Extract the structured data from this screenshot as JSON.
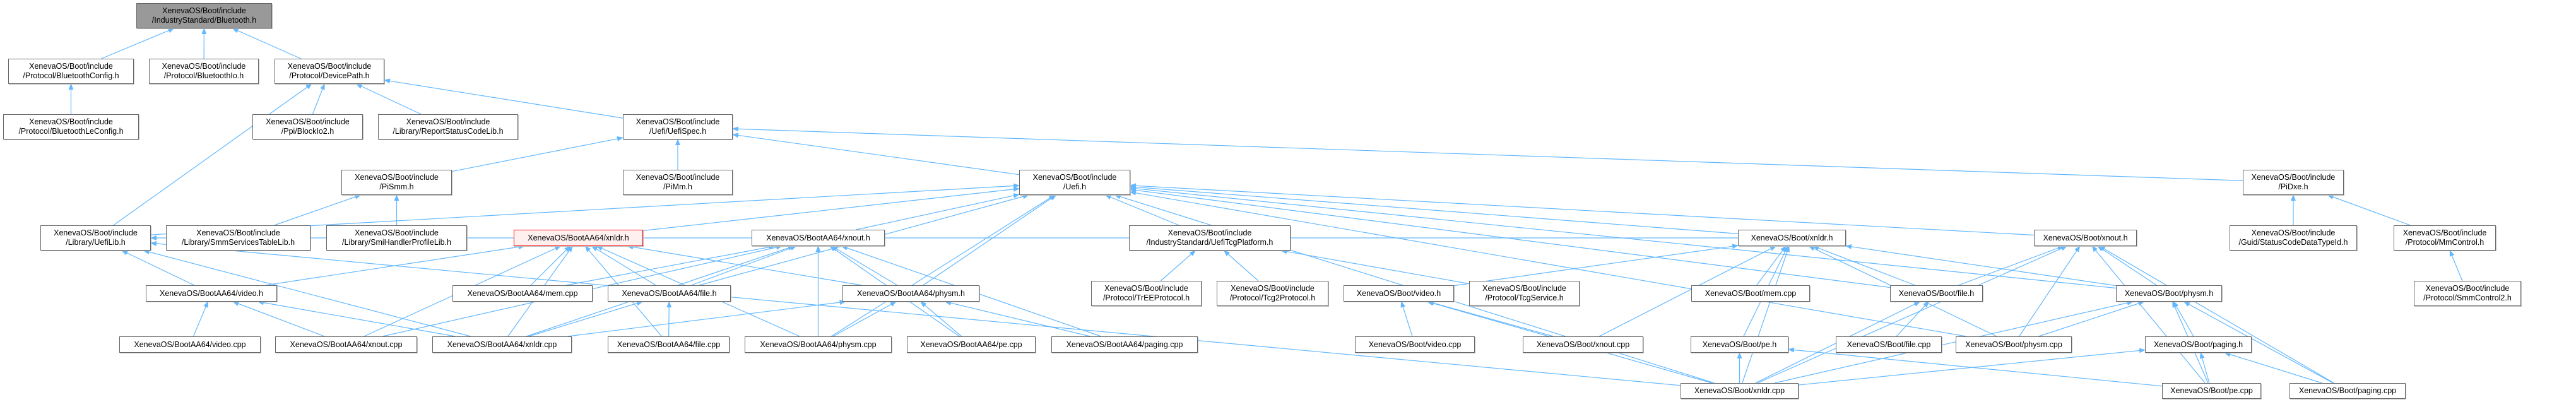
{
  "colors": {
    "edge": "#63b8ff",
    "root_fill": "#999999",
    "focus_border": "#ff0000",
    "focus_fill": "#fff0f0",
    "node_border": "#666666"
  },
  "nodes": [
    {
      "id": "root",
      "lines": [
        "XenevaOS/Boot/include",
        "/IndustryStandard/Bluetooth.h"
      ],
      "kind": "root"
    },
    {
      "id": "bt_config",
      "lines": [
        "XenevaOS/Boot/include",
        "/Protocol/BluetoothConfig.h"
      ]
    },
    {
      "id": "bt_io",
      "lines": [
        "XenevaOS/Boot/include",
        "/Protocol/BluetoothIo.h"
      ]
    },
    {
      "id": "devpath",
      "lines": [
        "XenevaOS/Boot/include",
        "/Protocol/DevicePath.h"
      ]
    },
    {
      "id": "bt_le",
      "lines": [
        "XenevaOS/Boot/include",
        "/Protocol/BluetoothLeConfig.h"
      ]
    },
    {
      "id": "blockio2",
      "lines": [
        "XenevaOS/Boot/include",
        "/Ppi/BlockIo2.h"
      ]
    },
    {
      "id": "reportstatus",
      "lines": [
        "XenevaOS/Boot/include",
        "/Library/ReportStatusCodeLib.h"
      ]
    },
    {
      "id": "uefispec",
      "lines": [
        "XenevaOS/Boot/include",
        "/Uefi/UefiSpec.h"
      ]
    },
    {
      "id": "pismm",
      "lines": [
        "XenevaOS/Boot/include",
        "/PiSmm.h"
      ]
    },
    {
      "id": "pimm",
      "lines": [
        "XenevaOS/Boot/include",
        "/PiMm.h"
      ]
    },
    {
      "id": "uefi",
      "lines": [
        "XenevaOS/Boot/include",
        "/Uefi.h"
      ]
    },
    {
      "id": "pidxe",
      "lines": [
        "XenevaOS/Boot/include",
        "/PiDxe.h"
      ]
    },
    {
      "id": "uefilib",
      "lines": [
        "XenevaOS/Boot/include",
        "/Library/UefiLib.h"
      ]
    },
    {
      "id": "smmservices",
      "lines": [
        "XenevaOS/Boot/include",
        "/Library/SmmServicesTableLib.h"
      ]
    },
    {
      "id": "smihandler",
      "lines": [
        "XenevaOS/Boot/include",
        "/Library/SmiHandlerProfileLib.h"
      ]
    },
    {
      "id": "aa_xnldr_h",
      "lines": [
        "XenevaOS/BootAA64/xnldr.h"
      ],
      "kind": "focus"
    },
    {
      "id": "aa_xnout_h",
      "lines": [
        "XenevaOS/BootAA64/xnout.h"
      ]
    },
    {
      "id": "tcgplatform",
      "lines": [
        "XenevaOS/Boot/include",
        "/IndustryStandard/UefiTcgPlatform.h"
      ]
    },
    {
      "id": "b_xnldr_h",
      "lines": [
        "XenevaOS/Boot/xnldr.h"
      ]
    },
    {
      "id": "b_xnout_h",
      "lines": [
        "XenevaOS/Boot/xnout.h"
      ]
    },
    {
      "id": "statuscode",
      "lines": [
        "XenevaOS/Boot/include",
        "/Guid/StatusCodeDataTypeId.h"
      ]
    },
    {
      "id": "mmcontrol",
      "lines": [
        "XenevaOS/Boot/include",
        "/Protocol/MmControl.h"
      ]
    },
    {
      "id": "aa_video_h",
      "lines": [
        "XenevaOS/BootAA64/video.h"
      ]
    },
    {
      "id": "aa_mem_cpp",
      "lines": [
        "XenevaOS/BootAA64/mem.cpp"
      ]
    },
    {
      "id": "aa_file_h",
      "lines": [
        "XenevaOS/BootAA64/file.h"
      ]
    },
    {
      "id": "aa_physm_h",
      "lines": [
        "XenevaOS/BootAA64/physm.h"
      ]
    },
    {
      "id": "tree",
      "lines": [
        "XenevaOS/Boot/include",
        "/Protocol/TrEEProtocol.h"
      ]
    },
    {
      "id": "tcg2",
      "lines": [
        "XenevaOS/Boot/include",
        "/Protocol/Tcg2Protocol.h"
      ]
    },
    {
      "id": "b_video_h",
      "lines": [
        "XenevaOS/Boot/video.h"
      ]
    },
    {
      "id": "tcgservice",
      "lines": [
        "XenevaOS/Boot/include",
        "/Protocol/TcgService.h"
      ]
    },
    {
      "id": "b_mem_cpp",
      "lines": [
        "XenevaOS/Boot/mem.cpp"
      ]
    },
    {
      "id": "b_file_h",
      "lines": [
        "XenevaOS/Boot/file.h"
      ]
    },
    {
      "id": "b_physm_h",
      "lines": [
        "XenevaOS/Boot/physm.h"
      ]
    },
    {
      "id": "smmcontrol2",
      "lines": [
        "XenevaOS/Boot/include",
        "/Protocol/SmmControl2.h"
      ]
    },
    {
      "id": "aa_video_cpp",
      "lines": [
        "XenevaOS/BootAA64/video.cpp"
      ]
    },
    {
      "id": "aa_xnout_cpp",
      "lines": [
        "XenevaOS/BootAA64/xnout.cpp"
      ]
    },
    {
      "id": "aa_xnldr_cpp",
      "lines": [
        "XenevaOS/BootAA64/xnldr.cpp"
      ]
    },
    {
      "id": "aa_file_cpp",
      "lines": [
        "XenevaOS/BootAA64/file.cpp"
      ]
    },
    {
      "id": "aa_physm_cpp",
      "lines": [
        "XenevaOS/BootAA64/physm.cpp"
      ]
    },
    {
      "id": "aa_pe_cpp",
      "lines": [
        "XenevaOS/BootAA64/pe.cpp"
      ]
    },
    {
      "id": "aa_paging_cpp",
      "lines": [
        "XenevaOS/BootAA64/paging.cpp"
      ]
    },
    {
      "id": "b_video_cpp",
      "lines": [
        "XenevaOS/Boot/video.cpp"
      ]
    },
    {
      "id": "b_xnout_cpp",
      "lines": [
        "XenevaOS/Boot/xnout.cpp"
      ]
    },
    {
      "id": "b_pe_h",
      "lines": [
        "XenevaOS/Boot/pe.h"
      ]
    },
    {
      "id": "b_file_cpp",
      "lines": [
        "XenevaOS/Boot/file.cpp"
      ]
    },
    {
      "id": "b_physm_cpp",
      "lines": [
        "XenevaOS/Boot/physm.cpp"
      ]
    },
    {
      "id": "b_paging_h",
      "lines": [
        "XenevaOS/Boot/paging.h"
      ]
    },
    {
      "id": "b_xnldr_cpp",
      "lines": [
        "XenevaOS/Boot/xnldr.cpp"
      ]
    },
    {
      "id": "b_pe_cpp",
      "lines": [
        "XenevaOS/Boot/pe.cpp"
      ]
    },
    {
      "id": "b_paging_cpp",
      "lines": [
        "XenevaOS/Boot/paging.cpp"
      ]
    }
  ],
  "edges": [
    [
      "bt_config",
      "root"
    ],
    [
      "bt_io",
      "root"
    ],
    [
      "devpath",
      "root"
    ],
    [
      "bt_le",
      "bt_config"
    ],
    [
      "blockio2",
      "devpath"
    ],
    [
      "reportstatus",
      "devpath"
    ],
    [
      "uefispec",
      "devpath"
    ],
    [
      "uefilib",
      "devpath"
    ],
    [
      "pismm",
      "uefispec"
    ],
    [
      "pimm",
      "uefispec"
    ],
    [
      "uefi",
      "uefispec"
    ],
    [
      "pidxe",
      "uefispec"
    ],
    [
      "smmservices",
      "pismm"
    ],
    [
      "smihandler",
      "pismm"
    ],
    [
      "statuscode",
      "pidxe"
    ],
    [
      "mmcontrol",
      "pidxe"
    ],
    [
      "smmcontrol2",
      "mmcontrol"
    ],
    [
      "uefilib",
      "uefi"
    ],
    [
      "aa_xnldr_h",
      "uefi"
    ],
    [
      "aa_xnout_h",
      "uefi"
    ],
    [
      "aa_file_h",
      "uefi"
    ],
    [
      "aa_physm_h",
      "uefi"
    ],
    [
      "aa_physm_cpp",
      "uefi"
    ],
    [
      "tcgplatform",
      "uefi"
    ],
    [
      "b_xnldr_h",
      "uefi"
    ],
    [
      "b_xnout_h",
      "uefi"
    ],
    [
      "b_file_h",
      "uefi"
    ],
    [
      "b_physm_h",
      "uefi"
    ],
    [
      "b_physm_cpp",
      "uefi"
    ],
    [
      "b_xnldr_cpp",
      "uefi"
    ],
    [
      "aa_video_h",
      "uefilib"
    ],
    [
      "aa_xnldr_cpp",
      "uefilib"
    ],
    [
      "b_xnldr_cpp",
      "uefilib"
    ],
    [
      "b_xnldr_h",
      "uefilib"
    ],
    [
      "aa_video_h",
      "aa_xnldr_h"
    ],
    [
      "aa_mem_cpp",
      "aa_xnldr_h"
    ],
    [
      "aa_file_h",
      "aa_xnldr_h"
    ],
    [
      "aa_physm_h",
      "aa_xnldr_h"
    ],
    [
      "aa_xnout_cpp",
      "aa_xnldr_h"
    ],
    [
      "aa_xnldr_cpp",
      "aa_xnldr_h"
    ],
    [
      "aa_physm_cpp",
      "aa_xnldr_h"
    ],
    [
      "aa_file_cpp",
      "aa_xnldr_h"
    ],
    [
      "aa_video_cpp",
      "aa_video_h"
    ],
    [
      "aa_xnout_cpp",
      "aa_video_h"
    ],
    [
      "aa_xnldr_cpp",
      "aa_video_h"
    ],
    [
      "aa_mem_cpp",
      "aa_xnout_h"
    ],
    [
      "aa_file_h",
      "aa_xnout_h"
    ],
    [
      "aa_xnout_cpp",
      "aa_xnout_h"
    ],
    [
      "aa_xnldr_cpp",
      "aa_xnout_h"
    ],
    [
      "aa_physm_cpp",
      "aa_xnout_h"
    ],
    [
      "aa_physm_h",
      "aa_xnout_h"
    ],
    [
      "aa_pe_cpp",
      "aa_xnout_h"
    ],
    [
      "aa_paging_cpp",
      "aa_xnout_h"
    ],
    [
      "aa_file_cpp",
      "aa_file_h"
    ],
    [
      "aa_xnldr_cpp",
      "aa_file_h"
    ],
    [
      "aa_physm_cpp",
      "aa_physm_h"
    ],
    [
      "aa_pe_cpp",
      "aa_physm_h"
    ],
    [
      "aa_paging_cpp",
      "aa_physm_h"
    ],
    [
      "aa_xnldr_cpp",
      "aa_physm_h"
    ],
    [
      "tree",
      "tcgplatform"
    ],
    [
      "tcg2",
      "tcgplatform"
    ],
    [
      "tcgservice",
      "tcgplatform"
    ],
    [
      "b_video_h",
      "b_xnldr_h"
    ],
    [
      "b_mem_cpp",
      "b_xnldr_h"
    ],
    [
      "b_xnout_cpp",
      "b_xnldr_h"
    ],
    [
      "b_xnldr_cpp",
      "b_xnldr_h"
    ],
    [
      "b_pe_h",
      "b_xnldr_h"
    ],
    [
      "b_file_h",
      "b_xnldr_h"
    ],
    [
      "b_physm_h",
      "b_xnldr_h"
    ],
    [
      "b_physm_cpp",
      "b_xnldr_h"
    ],
    [
      "b_video_cpp",
      "b_video_h"
    ],
    [
      "b_xnout_cpp",
      "b_video_h"
    ],
    [
      "b_xnldr_cpp",
      "b_video_h"
    ],
    [
      "b_file_h",
      "b_xnout_h"
    ],
    [
      "b_physm_h",
      "b_xnout_h"
    ],
    [
      "b_physm_cpp",
      "b_xnout_h"
    ],
    [
      "b_xnldr_cpp",
      "b_xnout_h"
    ],
    [
      "b_pe_cpp",
      "b_xnout_h"
    ],
    [
      "b_paging_cpp",
      "b_xnout_h"
    ],
    [
      "b_file_cpp",
      "b_file_h"
    ],
    [
      "b_xnldr_cpp",
      "b_file_h"
    ],
    [
      "b_paging_h",
      "b_physm_h"
    ],
    [
      "b_physm_cpp",
      "b_physm_h"
    ],
    [
      "b_pe_cpp",
      "b_physm_h"
    ],
    [
      "b_paging_cpp",
      "b_physm_h"
    ],
    [
      "b_xnldr_cpp",
      "b_physm_h"
    ],
    [
      "b_pe_cpp",
      "b_paging_h"
    ],
    [
      "b_paging_cpp",
      "b_paging_h"
    ],
    [
      "b_xnldr_cpp",
      "b_paging_h"
    ],
    [
      "b_xnldr_cpp",
      "b_pe_h"
    ],
    [
      "b_pe_cpp",
      "b_pe_h"
    ]
  ]
}
